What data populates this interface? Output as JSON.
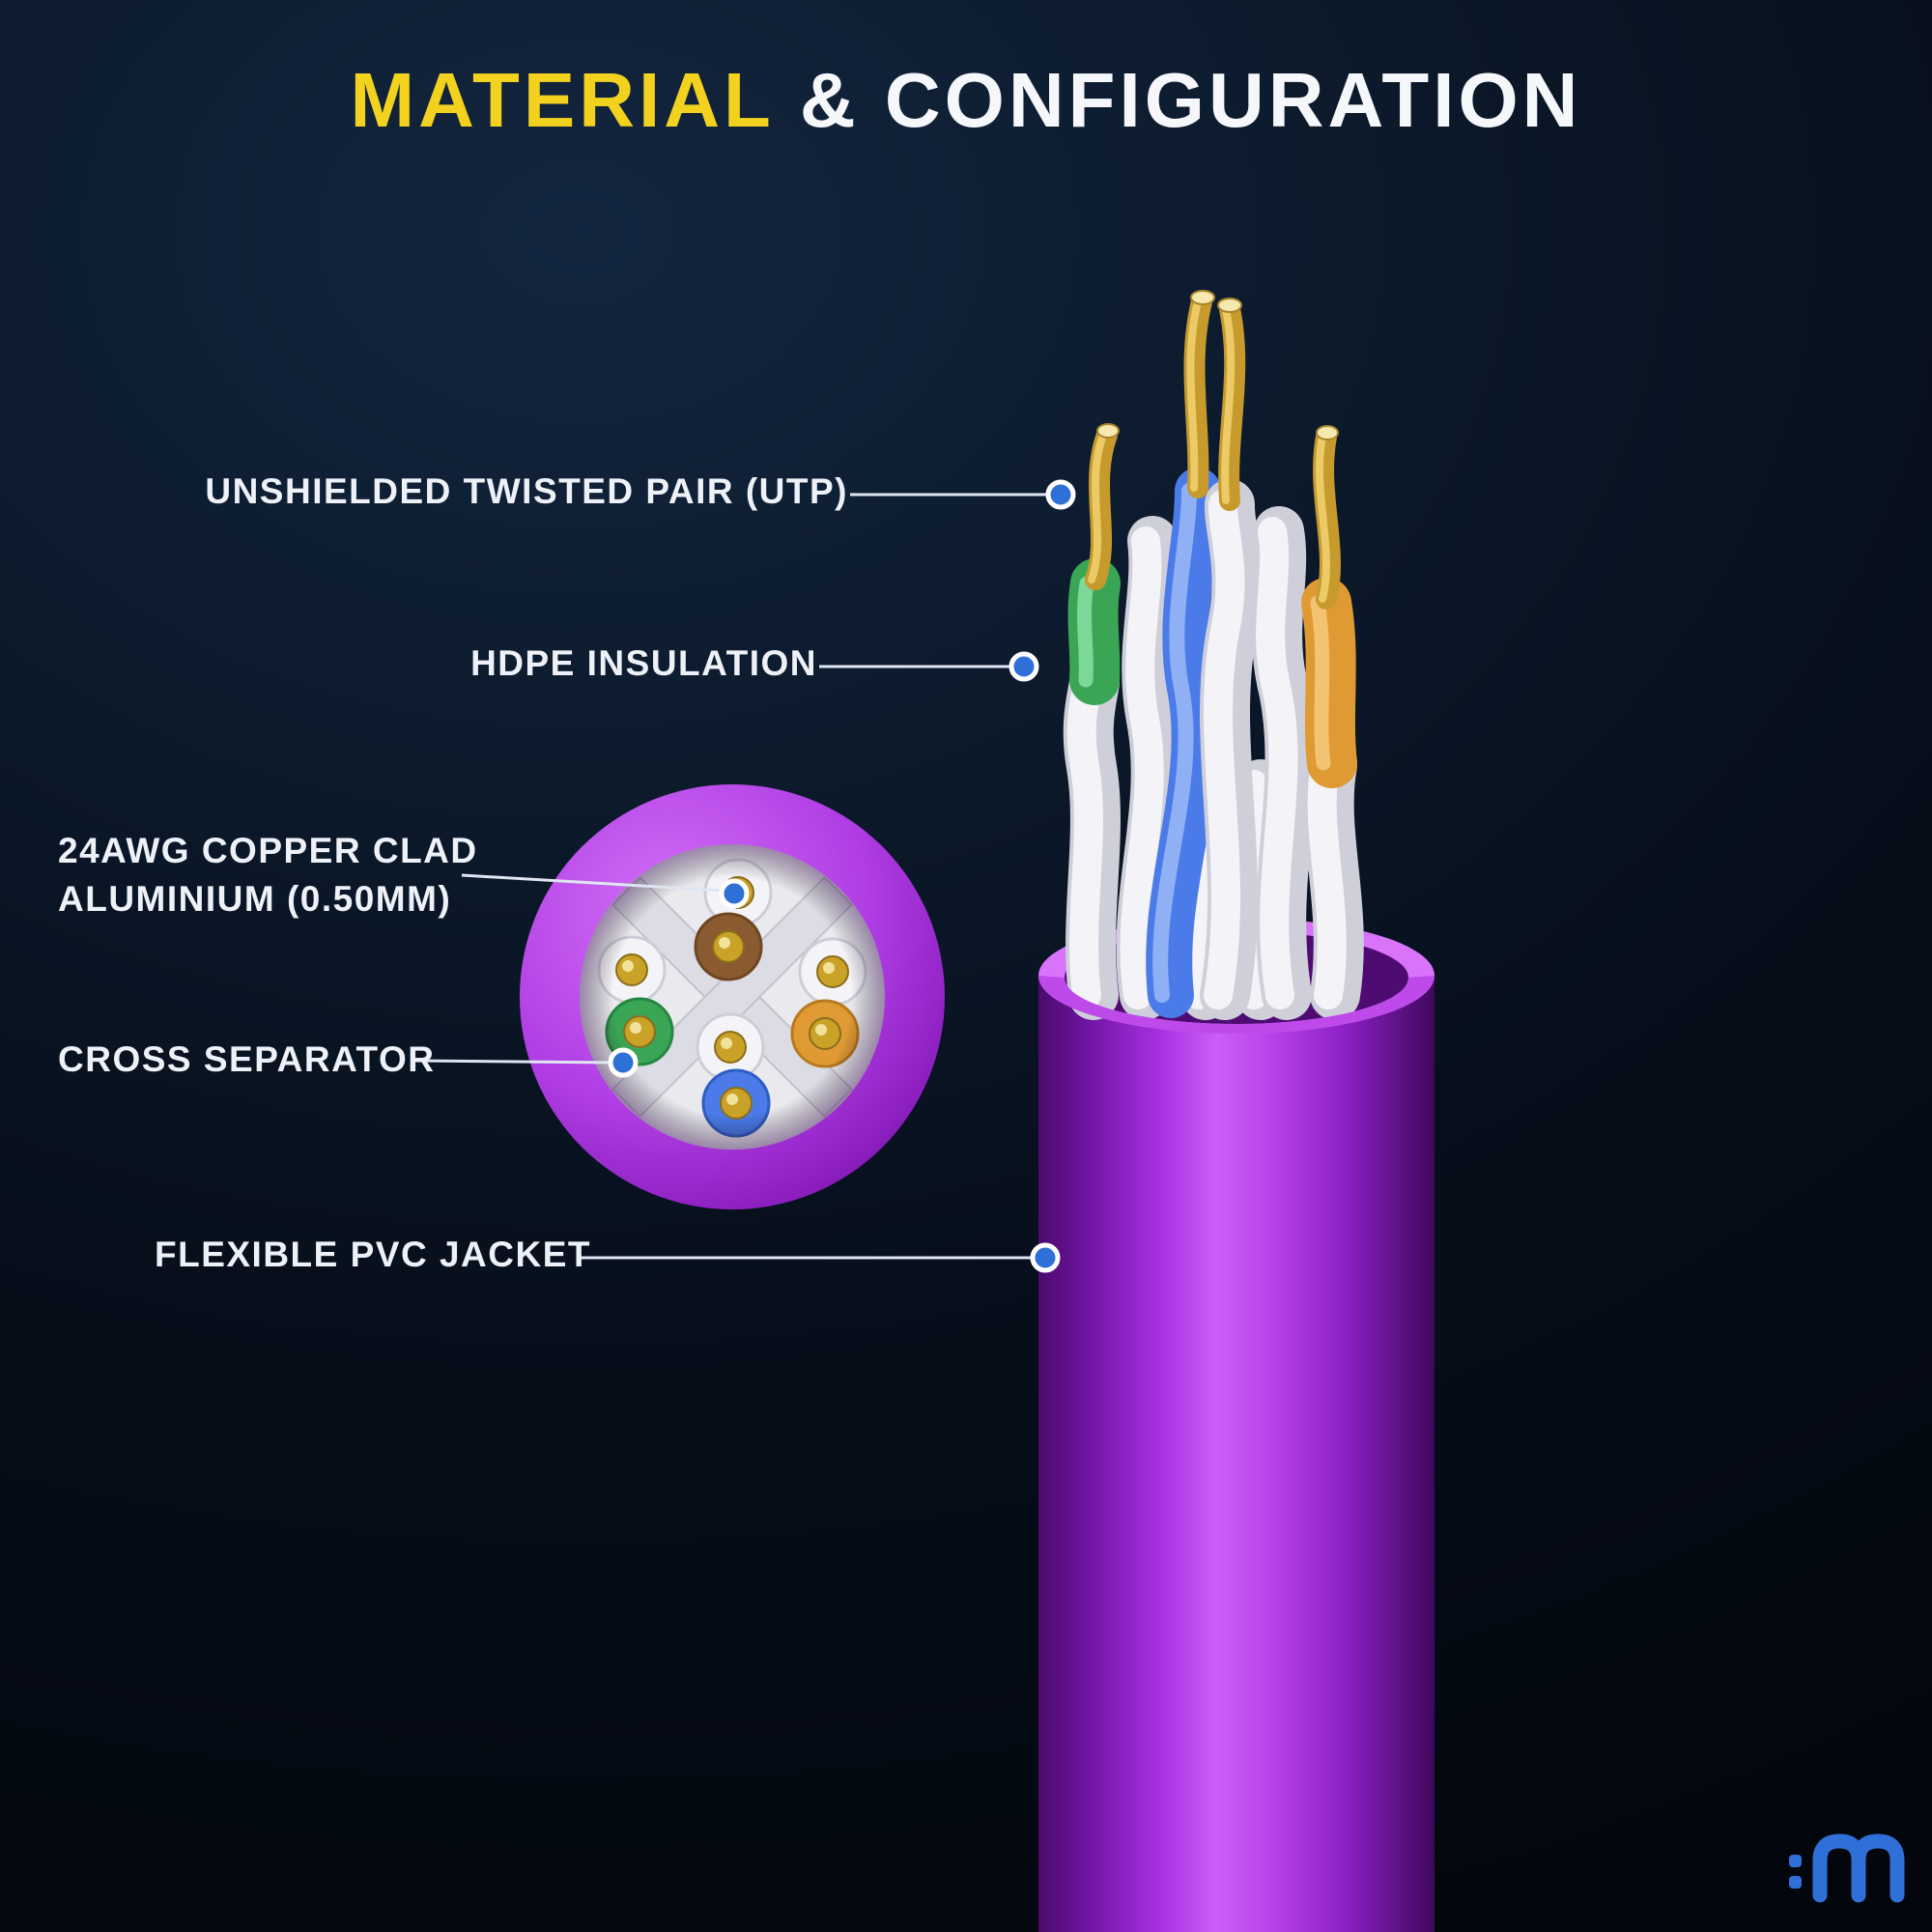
{
  "title": {
    "highlight": "MATERIAL",
    "rest": "& CONFIGURATION"
  },
  "labels": {
    "utp": "UNSHIELDED TWISTED PAIR (UTP)",
    "hdpe": "HDPE INSULATION",
    "awg_line1": "24AWG COPPER CLAD",
    "awg_line2": "ALUMINIUM (0.50MM)",
    "cross_separator": "CROSS SEPARATOR",
    "pvc_jacket": "FLEXIBLE PVC JACKET"
  },
  "colors": {
    "accent_yellow": "#f2d21f",
    "title_white": "#f5f7fb",
    "label_white": "#eef2f8",
    "callout_blue": "#2f6fd8",
    "jacket_purple": "#a62fe0",
    "wire_green": "#3aa655",
    "wire_blue": "#4a7be8",
    "wire_orange": "#e09a33",
    "wire_brown": "#8a5a30",
    "copper_gold": "#c9a227",
    "insulation_white": "#f4f4f8"
  },
  "icons": {
    "callout_dot": "blue circle with white ring",
    "brand_logo": "blue rounded-m cable brand mark"
  }
}
